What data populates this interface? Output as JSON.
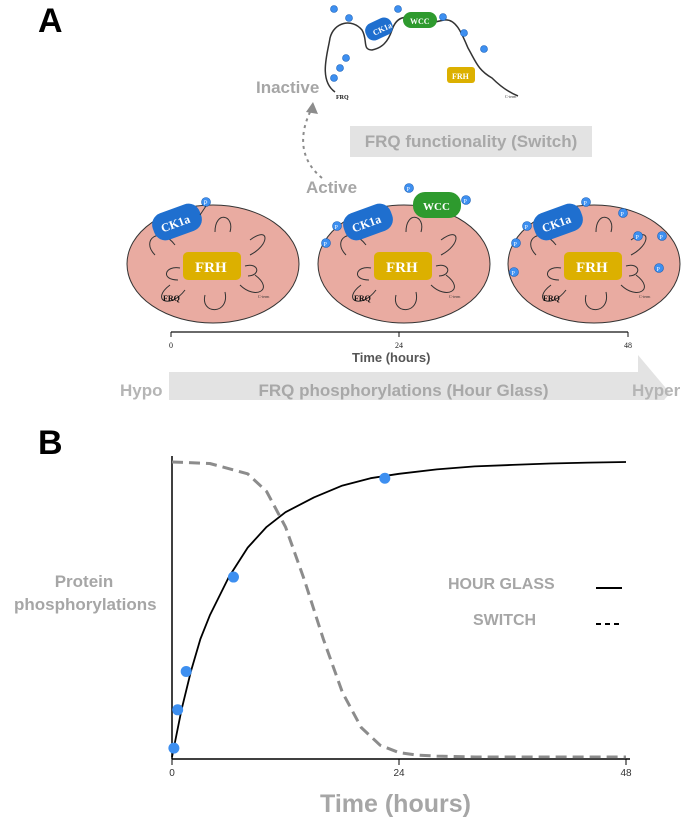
{
  "panelA": {
    "label": "A",
    "state_inactive": "Inactive",
    "state_active": "Active",
    "switch_banner": "FRQ functionality (Switch)",
    "hourglass_banner": "FRQ phosphorylations (Hour Glass)",
    "hypo": "Hypo",
    "hyper": "Hyper",
    "axis_title": "Time (hours)",
    "ticks": [
      "0",
      "24",
      "48"
    ],
    "protein_labels": {
      "ck1a": "CK1a",
      "frh": "FRH",
      "frq": "FRQ",
      "wcc": "WCC",
      "cterm": "C-term",
      "phospho": "P"
    }
  },
  "panelB": {
    "label": "B",
    "ylabel_line1": "Protein",
    "ylabel_line2": "phosphorylations",
    "xlabel": "Time (hours)",
    "legend": [
      {
        "label": "HOUR GLASS",
        "style": "solid"
      },
      {
        "label": "SWITCH",
        "style": "dashed"
      }
    ]
  },
  "chart_data": {
    "type": "line",
    "title": "",
    "xlabel": "Time (hours)",
    "ylabel": "Protein phosphorylations",
    "x_ticks": [
      0,
      24,
      48
    ],
    "xlim": [
      0,
      48
    ],
    "ylim": [
      0,
      1
    ],
    "series": [
      {
        "name": "HOUR GLASS",
        "style": "solid",
        "color": "#000000",
        "x": [
          0,
          1,
          2,
          3,
          4,
          6,
          8,
          10,
          12,
          15,
          18,
          21,
          24,
          28,
          32,
          36,
          40,
          44,
          48
        ],
        "y": [
          0,
          0.16,
          0.29,
          0.4,
          0.48,
          0.61,
          0.71,
          0.78,
          0.83,
          0.88,
          0.92,
          0.945,
          0.96,
          0.975,
          0.985,
          0.99,
          0.995,
          0.998,
          1.0
        ]
      },
      {
        "name": "SWITCH",
        "style": "dashed",
        "color": "#8c8c8c",
        "x": [
          0,
          4,
          8,
          10,
          12,
          14,
          16,
          18,
          20,
          22,
          24,
          26,
          28,
          32,
          40,
          48
        ],
        "y": [
          1.0,
          0.995,
          0.96,
          0.9,
          0.78,
          0.6,
          0.4,
          0.22,
          0.1,
          0.04,
          0.015,
          0.006,
          0.003,
          0.0,
          0.0,
          0.0
        ]
      }
    ],
    "markers": {
      "color": "#3d8ff0",
      "x": [
        0.2,
        0.6,
        1.5,
        6.5,
        22.5
      ],
      "y": [
        0.03,
        0.16,
        0.29,
        0.61,
        0.945
      ]
    }
  },
  "colors": {
    "blob": "#e9aba1",
    "ck1a": "#1f6fcf",
    "frh": "#dcb000",
    "wcc": "#2e9a2e",
    "phospho": "#3d8ff0",
    "banner": "#e3e3e3",
    "label_grey": "#a6a6a6"
  }
}
